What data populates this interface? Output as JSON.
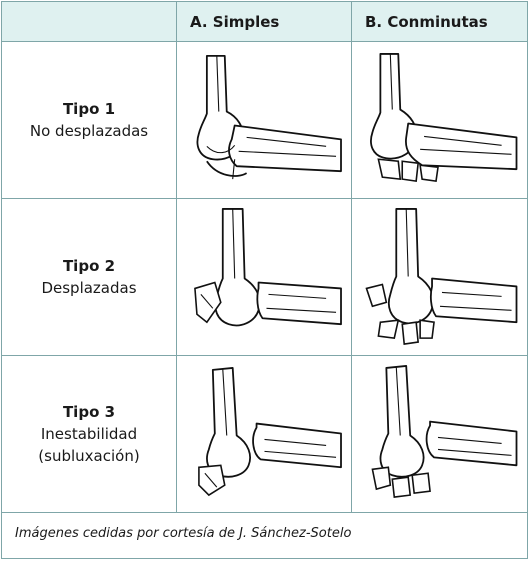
{
  "header": {
    "col_a": "A. Simples",
    "col_b": "B. Conminutas"
  },
  "rows": [
    {
      "type": "Tipo 1",
      "desc": "No desplazadas",
      "desc2": ""
    },
    {
      "type": "Tipo 2",
      "desc": "Desplazadas",
      "desc2": ""
    },
    {
      "type": "Tipo 3",
      "desc": "Inestabilidad",
      "desc2": "(subluxación)"
    }
  ],
  "caption": "Imágenes cedidas por cortesía de J. Sánchez-Sotelo",
  "colors": {
    "header_bg": "#dff1f0",
    "border": "#7fa6a8"
  }
}
